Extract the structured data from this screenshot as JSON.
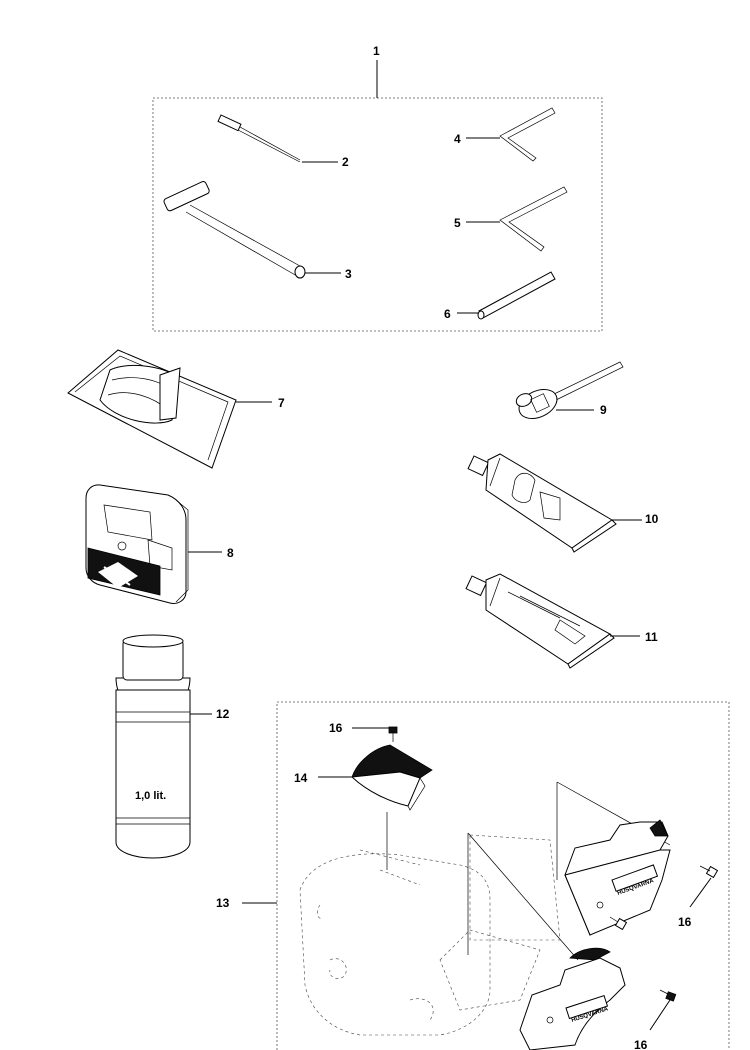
{
  "callouts": {
    "c1": "1",
    "c2": "2",
    "c3": "3",
    "c4": "4",
    "c5": "5",
    "c6": "6",
    "c7": "7",
    "c8": "8",
    "c9": "9",
    "c10": "10",
    "c11": "11",
    "c12": "12",
    "c13": "13",
    "c14": "14",
    "c16a": "16",
    "c16b": "16",
    "c16c": "16"
  },
  "bottle": {
    "volume_label": "1,0 lit."
  },
  "cover": {
    "brand_text": "HUSQVARNA"
  },
  "icons": {
    "hex_key": "l-shaped-hex-key-icon",
    "screwdriver": "screwdriver-icon",
    "pin": "pin-icon",
    "bag": "bag-icon",
    "filter": "air-filter-icon",
    "tube": "grease-tube-icon",
    "bottle": "oil-bottle-icon",
    "screw": "screw-icon"
  }
}
